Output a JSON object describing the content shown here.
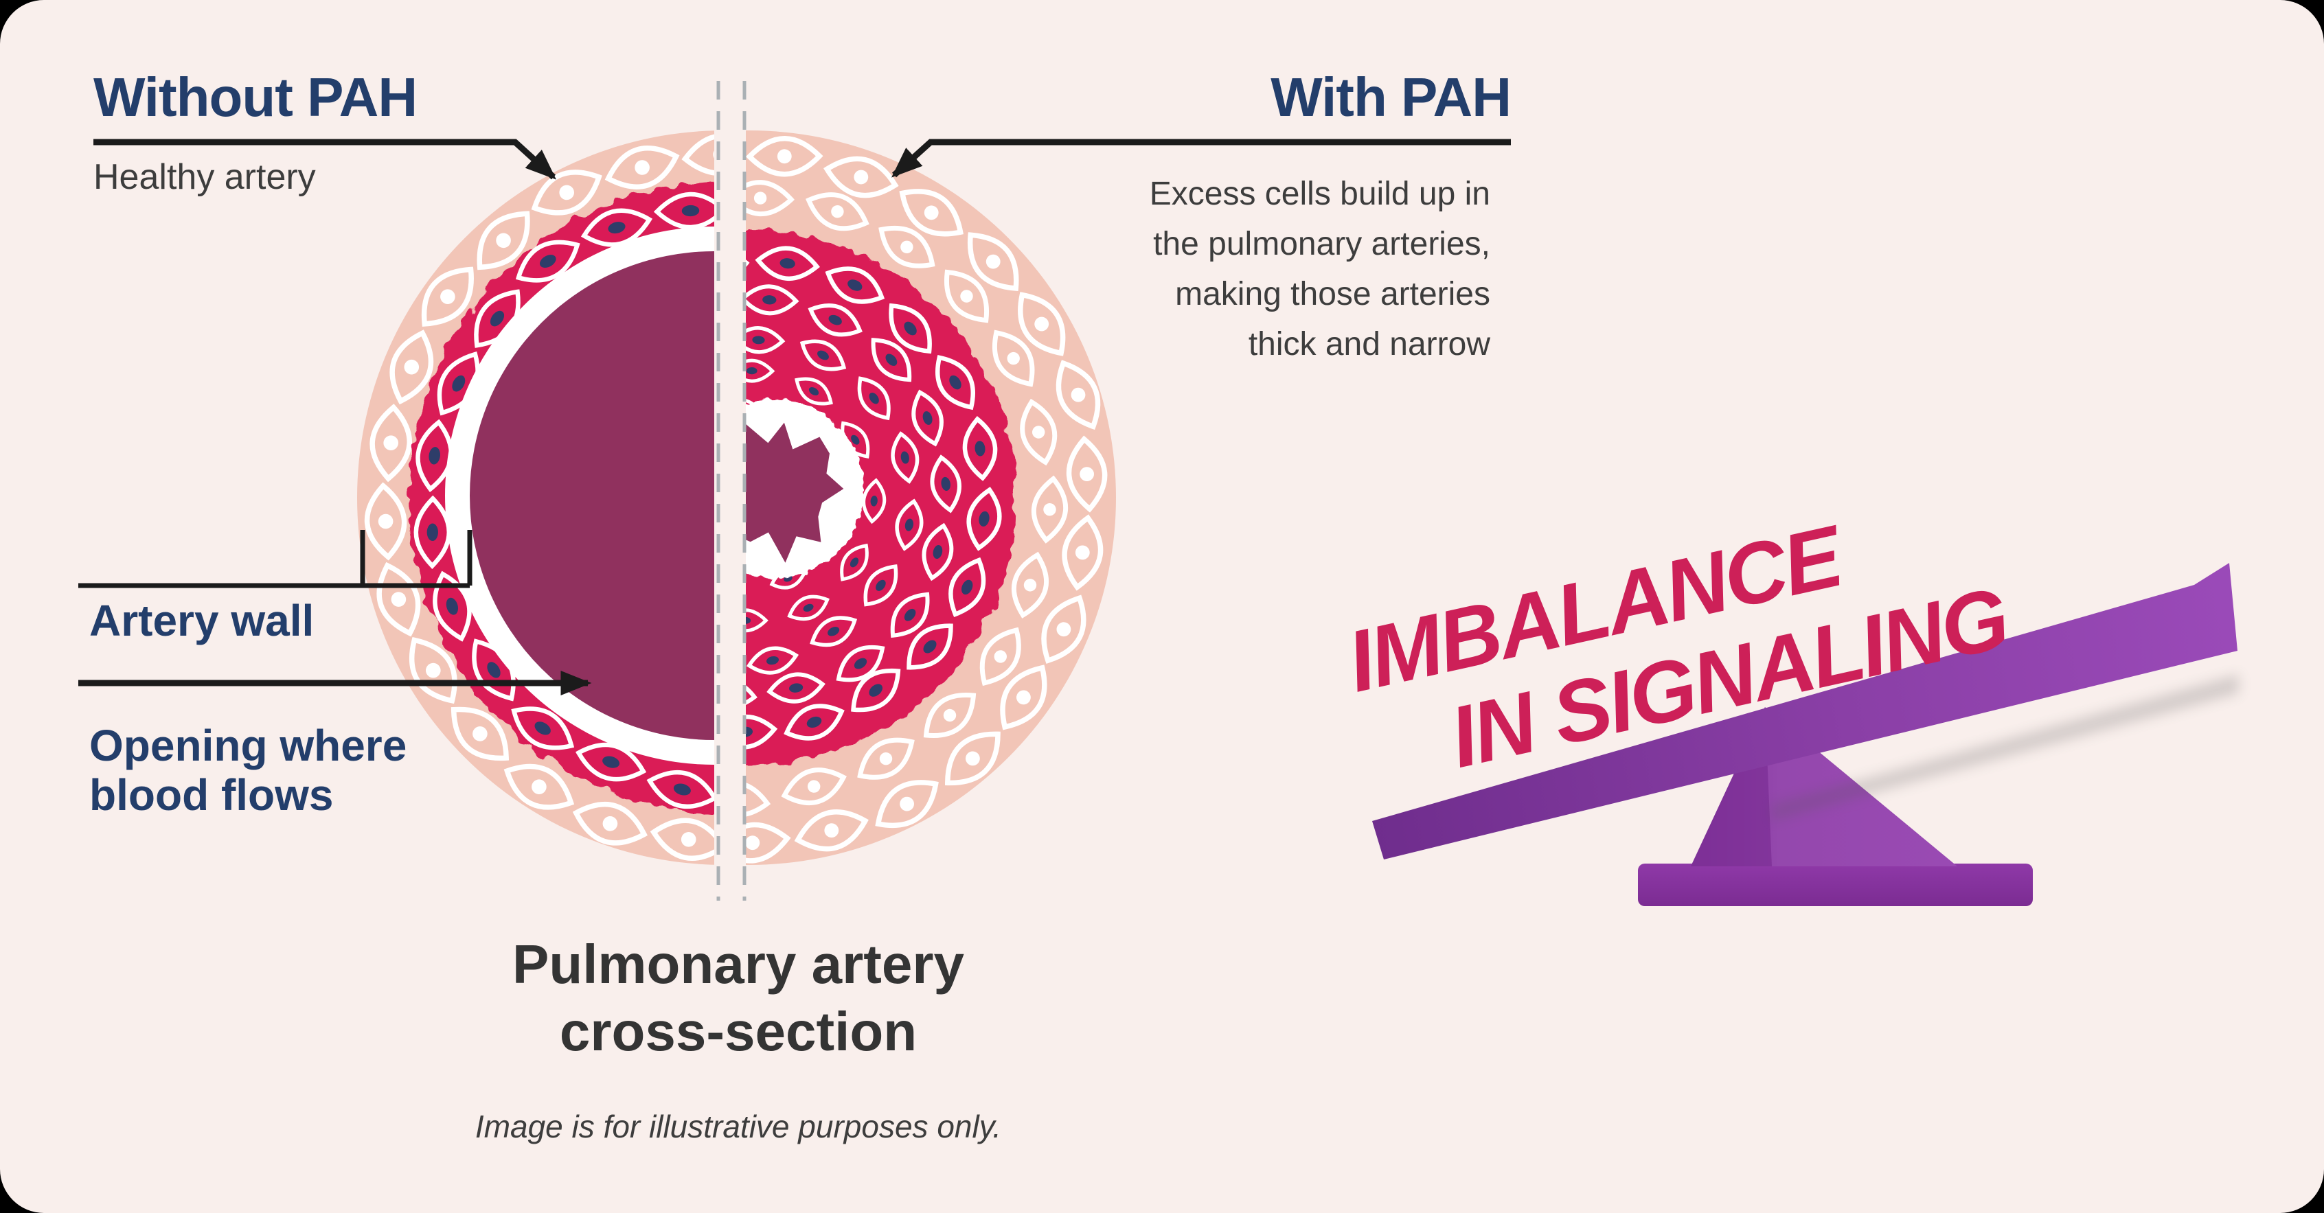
{
  "colors": {
    "background": "#f9efec",
    "outside": "#000000",
    "navy": "#233e6b",
    "body_text": "#3d3d3d",
    "caption_text": "#343434",
    "line_black": "#1b1b1b",
    "salmon": "#f2c5b7",
    "crimson": "#da1a56",
    "plum": "#90315e",
    "nucleus_navy": "#2e3d69",
    "cell_outline": "#ffffff",
    "divider_gray": "#aab0b4",
    "imbalance_text": "#cd2058",
    "plank_dark": "#6f2d8d",
    "plank_mid": "#8a3fa6",
    "plank_light": "#9a4ab8",
    "pedestal": "#9448ad",
    "pedestal_dark": "#7c2f96",
    "base_top": "#8f39a8",
    "base_bottom": "#7b2c92"
  },
  "left_panel": {
    "title": "Without PAH",
    "subtitle": "Healthy artery"
  },
  "right_panel": {
    "title": "With PAH",
    "description_lines": [
      "Excess cells build up in",
      "the pulmonary arteries,",
      "making those arteries",
      "thick and narrow"
    ]
  },
  "labels": {
    "artery_wall": "Artery wall",
    "opening_line1": "Opening where",
    "opening_line2": "blood flows"
  },
  "caption": {
    "line1": "Pulmonary artery",
    "line2": "cross-section"
  },
  "footnote": "Image is for illustrative purposes only.",
  "seesaw": {
    "line1": "IMBALANCE",
    "line2": "IN SIGNALING"
  },
  "icons": {
    "leader_arrowhead": "arrowhead-icon",
    "divider": "dashed-divider-line"
  }
}
